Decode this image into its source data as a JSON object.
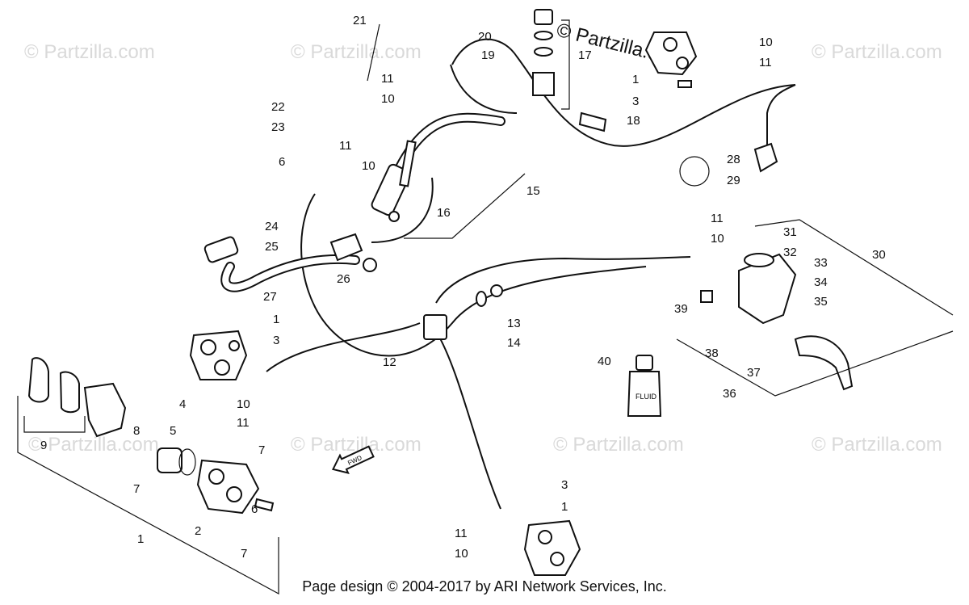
{
  "watermark": {
    "text": "© Partzilla.com",
    "header_stamp": "© Partzilla.com"
  },
  "footer": {
    "text": "Page design © 2004-2017 by ARI Network Services, Inc."
  },
  "fwd_label": "FWD",
  "fluid_label": "FLUID",
  "callouts": [
    "1",
    "2",
    "3",
    "4",
    "5",
    "6",
    "7",
    "8",
    "9",
    "10",
    "11",
    "12",
    "13",
    "14",
    "15",
    "16",
    "17",
    "18",
    "19",
    "20",
    "21",
    "22",
    "23",
    "24",
    "25",
    "26",
    "27",
    "28",
    "29",
    "30",
    "31",
    "32",
    "33",
    "34",
    "35",
    "36",
    "37",
    "38",
    "39",
    "40"
  ]
}
